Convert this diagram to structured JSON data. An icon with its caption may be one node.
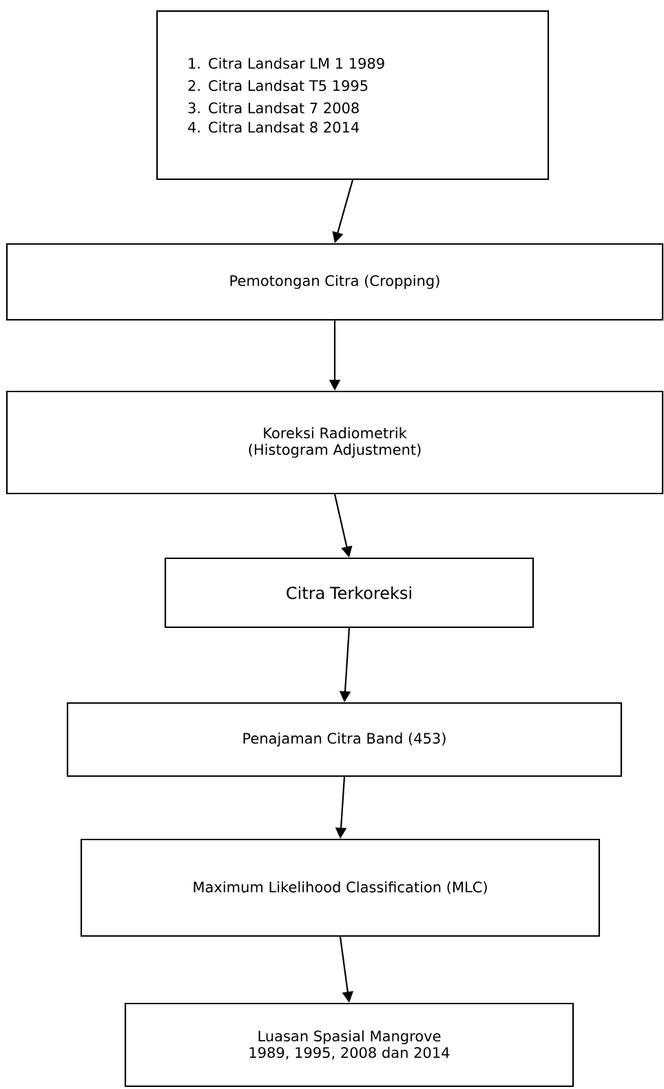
{
  "diagram": {
    "nodes": [
      {
        "text": [
          "1. Citra Landsar LM 1 1989",
          "2. Citra Landsat T5 1995",
          "3. Citra Landsat 7 2008",
          "4. Citra Landsat 8 2014"
        ]
      },
      {
        "text": [
          "Pemotongan Citra (Cropping)"
        ]
      },
      {
        "text": [
          "Koreksi Radiometrik (Histogram Adjustment)"
        ]
      },
      {
        "text": [
          "Citra Terkoreksi"
        ]
      },
      {
        "text": [
          "Penajaman Citra Band (453)"
        ]
      },
      {
        "text": [
          "Maximum Likelihood Classification (MLC)"
        ]
      },
      {
        "text": [
          "Luasan Spasial Mangrove 1989, 1995, 2008 dan 2014"
        ]
      }
    ],
    "edges": [
      {
        "from": 0,
        "to": 1,
        "arrow": "to"
      },
      {
        "from": 1,
        "to": 2,
        "arrow": "to"
      },
      {
        "from": 2,
        "to": 3,
        "arrow": "to"
      },
      {
        "from": 3,
        "to": 4,
        "arrow": "to"
      },
      {
        "from": 4,
        "to": 5,
        "arrow": "to"
      },
      {
        "from": 5,
        "to": 6,
        "arrow": "to"
      }
    ]
  }
}
